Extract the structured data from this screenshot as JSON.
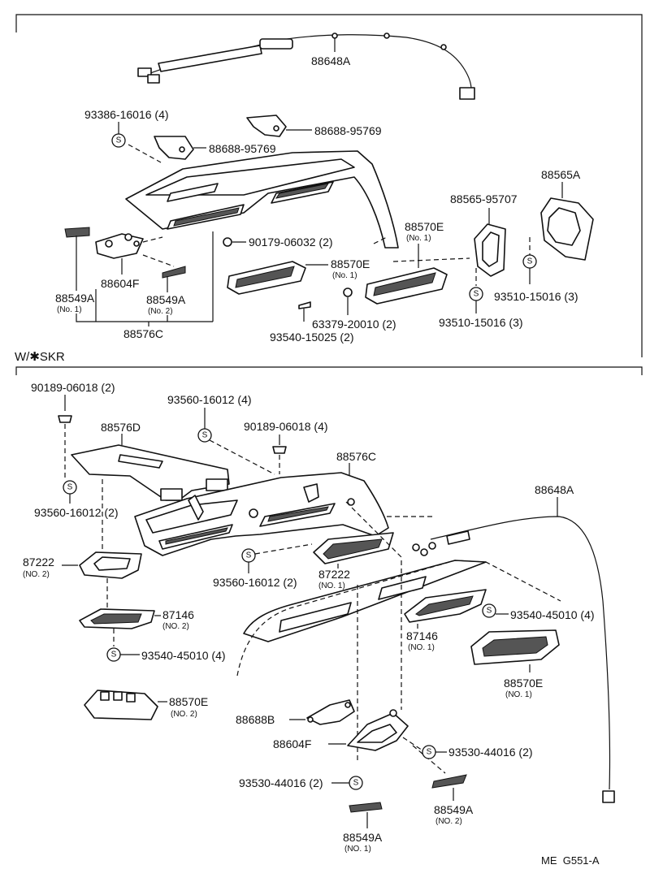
{
  "sections": {
    "upper": {},
    "lower": {
      "title": "W/✱SKR"
    }
  },
  "footer": {
    "code": "ME  G551-A"
  },
  "screw_symbol": "S",
  "labels": {
    "u_88648A": "88648A",
    "u_93386_16016": "93386-16016 (4)",
    "u_88688_95769_a": "88688-95769",
    "u_88688_95769_b": "88688-95769",
    "u_88565A": "88565A",
    "u_88565_95707": "88565-95707",
    "u_88570E_1": "88570E",
    "u_88570E_1_sub": "(No. 1)",
    "u_90179_06032": "90179-06032 (2)",
    "u_88570E_2": "88570E",
    "u_88570E_2_sub": "(No. 1)",
    "u_88549A_1": "88549A",
    "u_88549A_1_sub": "(No. 1)",
    "u_88604F": "88604F",
    "u_88549A_2": "88549A",
    "u_88549A_2_sub": "(No. 2)",
    "u_63379_20010": "63379-20010 (2)",
    "u_93540_15025": "93540-15025 (2)",
    "u_93510_15016_a": "93510-15016 (3)",
    "u_93510_15016_b": "93510-15016 (3)",
    "u_88576C": "88576C",
    "l_90189_06018_a": "90189-06018 (2)",
    "l_93560_16012_a": "93560-16012 (4)",
    "l_90189_06018_b": "90189-06018 (4)",
    "l_88576D": "88576D",
    "l_88576C": "88576C",
    "l_88648A": "88648A",
    "l_93560_16012_b": "93560-16012 (2)",
    "l_87222_a": "87222",
    "l_87222_a_sub": "(NO. 2)",
    "l_93560_16012_c": "93560-16012 (2)",
    "l_87222_b": "87222",
    "l_87222_b_sub": "(NO. 1)",
    "l_87146_a": "87146",
    "l_87146_a_sub": "(NO. 2)",
    "l_93540_45010_a": "93540-45010 (4)",
    "l_87146_b": "87146",
    "l_87146_b_sub": "(NO. 1)",
    "l_93540_45010_b": "93540-45010 (4)",
    "l_88570E_a": "88570E",
    "l_88570E_a_sub": "(NO. 1)",
    "l_88570E_b": "88570E",
    "l_88570E_b_sub": "(NO. 2)",
    "l_88688B": "88688B",
    "l_88604F": "88604F",
    "l_93530_44016_a": "93530-44016 (2)",
    "l_93530_44016_b": "93530-44016 (2)",
    "l_88549A_a": "88549A",
    "l_88549A_a_sub": "(NO. 2)",
    "l_88549A_b": "88549A",
    "l_88549A_b_sub": "(NO. 1)"
  }
}
